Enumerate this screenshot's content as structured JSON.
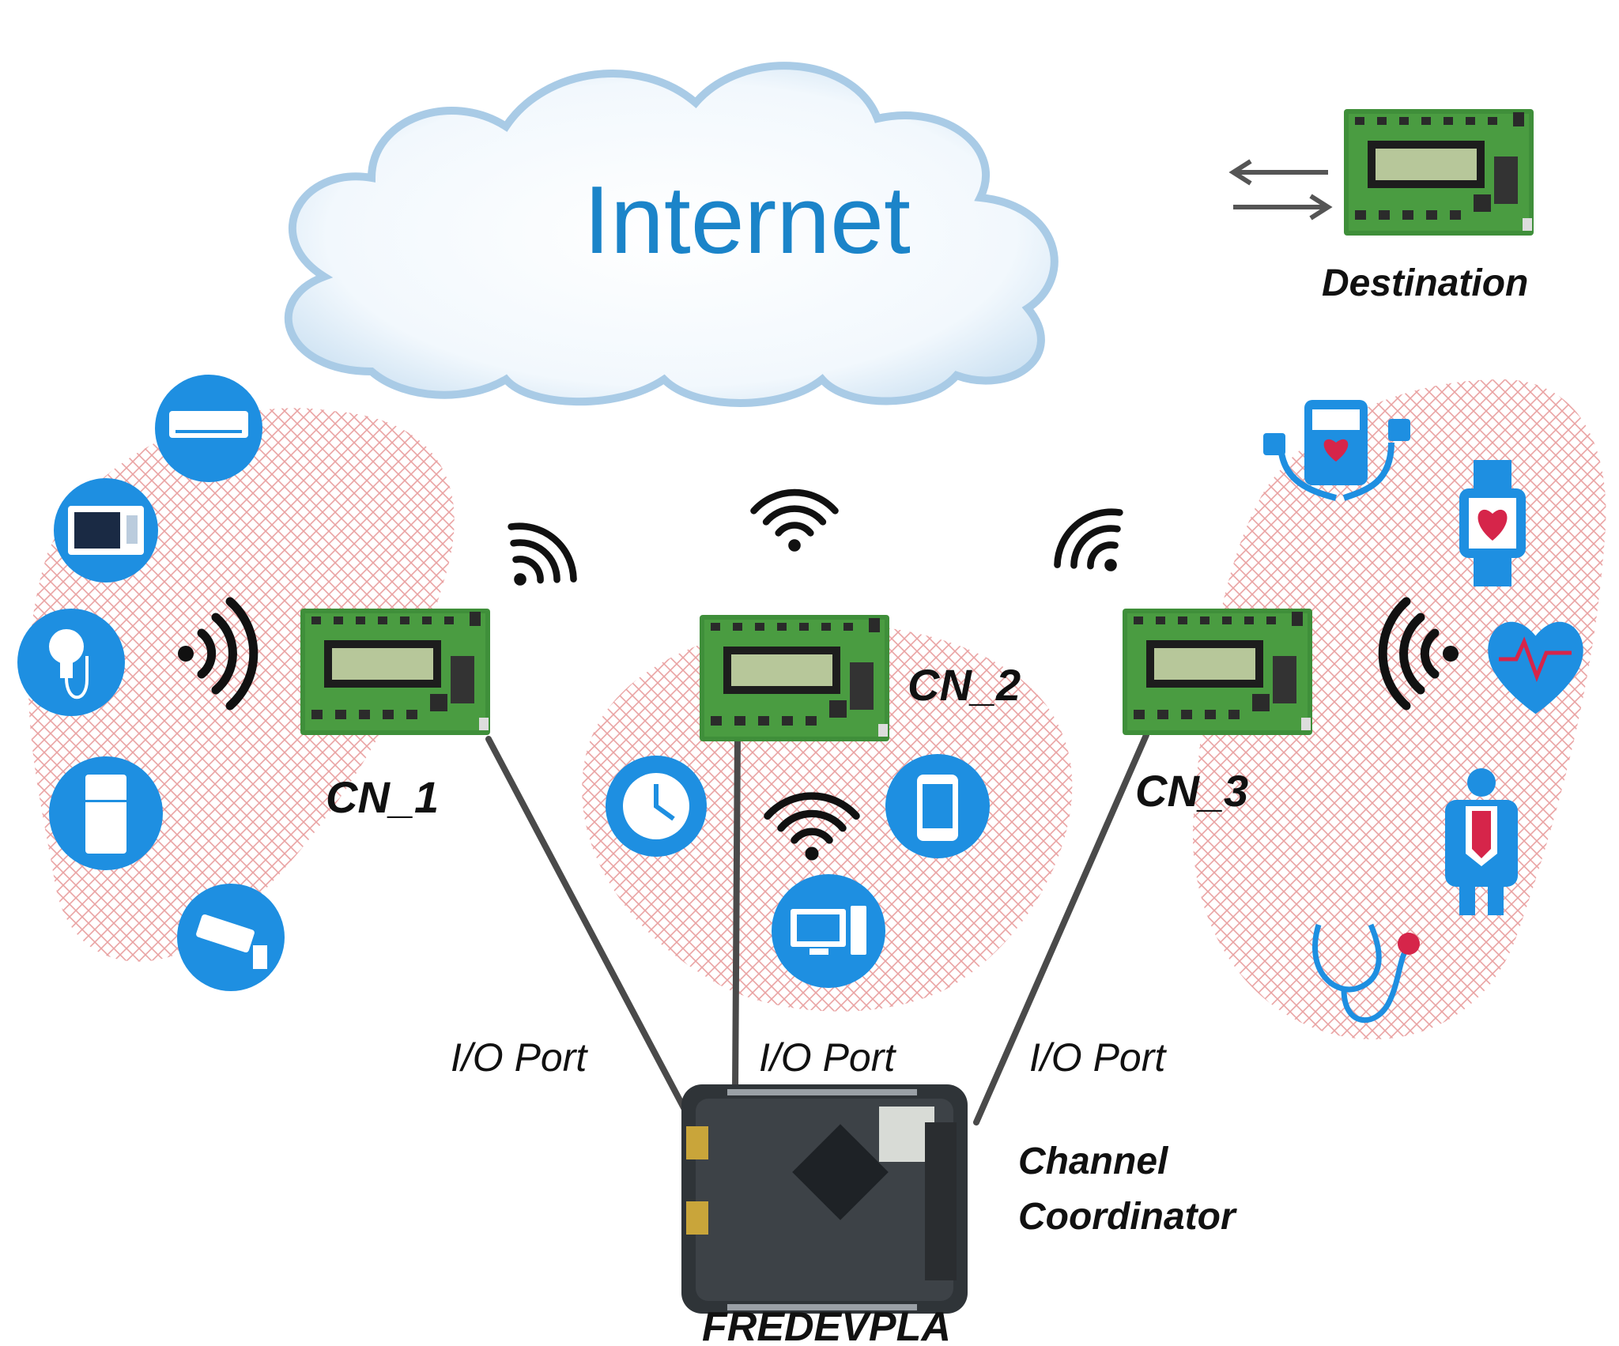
{
  "cloud": {
    "label": "Internet"
  },
  "destination": {
    "label": "Destination"
  },
  "nodes": [
    {
      "label": "CN_1"
    },
    {
      "label": "CN_2"
    },
    {
      "label": "CN_3"
    }
  ],
  "ports": [
    {
      "label": "I/O Port"
    },
    {
      "label": "I/O Port"
    },
    {
      "label": "I/O Port"
    }
  ],
  "coordinator": {
    "line1": "Channel",
    "line2": "Coordinator",
    "board_label": "FREDEVPLA"
  },
  "colors": {
    "icon_blue": "#1e8fe1",
    "cloud_text": "#1b84c9",
    "hatch": "#e9a3a3",
    "board_green": "#3f8f3a",
    "heart_red": "#d6254a"
  },
  "icons": {
    "left": [
      "air-conditioner-icon",
      "microwave-icon",
      "light-bulb-icon",
      "refrigerator-icon",
      "security-camera-icon"
    ],
    "center": [
      "clock-icon",
      "smartphone-icon",
      "desktop-computer-icon",
      "wifi-icon"
    ],
    "right": [
      "blood-pressure-monitor-icon",
      "smartwatch-heart-icon",
      "heartbeat-icon",
      "patient-icon",
      "stethoscope-icon"
    ]
  }
}
